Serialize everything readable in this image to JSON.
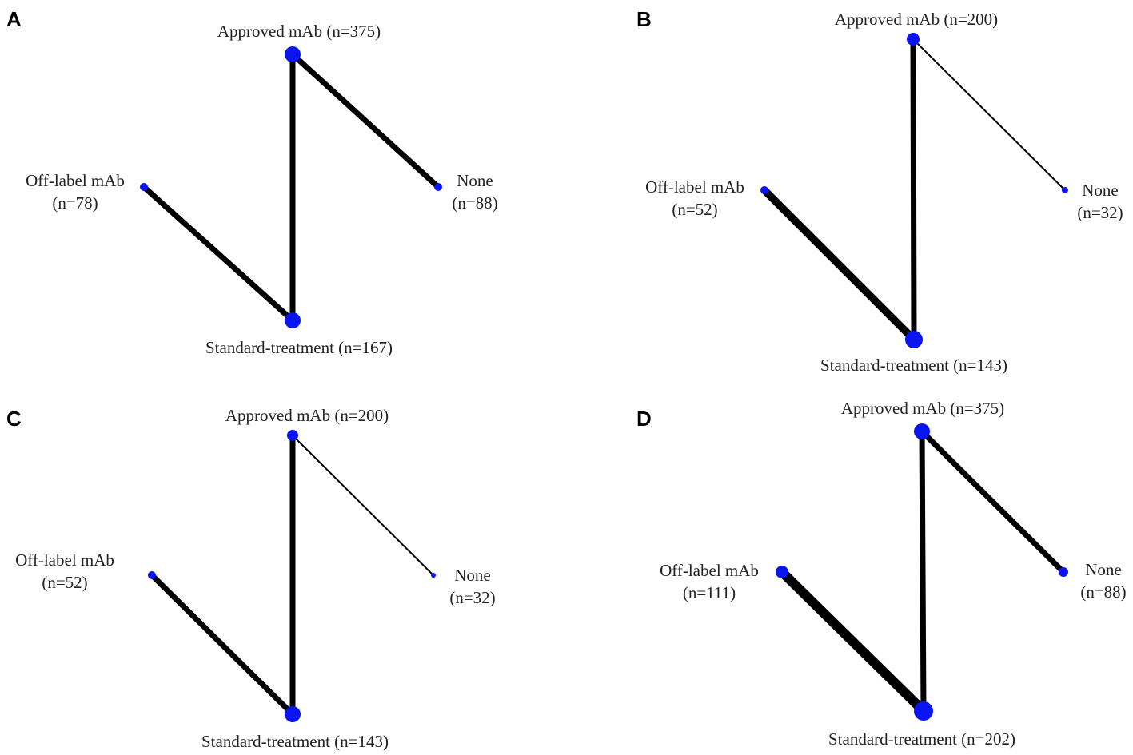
{
  "panels": [
    {
      "letter": "A",
      "nodes": {
        "approved": {
          "label": [
            "Approved mAb (n=375)"
          ],
          "n": 375
        },
        "offlabel": {
          "label": [
            "Off-label mAb",
            "(n=78)"
          ],
          "n": 78
        },
        "none": {
          "label": [
            "None",
            "(n=88)"
          ],
          "n": 88
        },
        "standard": {
          "label": [
            "Standard-treatment (n=167)"
          ],
          "n": 167
        }
      },
      "edges": [
        {
          "from": "approved",
          "to": "standard",
          "weight": 3
        },
        {
          "from": "approved",
          "to": "none",
          "weight": 3
        },
        {
          "from": "offlabel",
          "to": "standard",
          "weight": 3
        }
      ]
    },
    {
      "letter": "B",
      "nodes": {
        "approved": {
          "label": [
            "Approved mAb (n=200)"
          ],
          "n": 200
        },
        "offlabel": {
          "label": [
            "Off-label mAb",
            "(n=52)"
          ],
          "n": 52
        },
        "none": {
          "label": [
            "None",
            "(n=32)"
          ],
          "n": 32
        },
        "standard": {
          "label": [
            "Standard-treatment (n=143)"
          ],
          "n": 143
        }
      },
      "edges": [
        {
          "from": "approved",
          "to": "standard",
          "weight": 3
        },
        {
          "from": "approved",
          "to": "none",
          "weight": 1
        },
        {
          "from": "offlabel",
          "to": "standard",
          "weight": 4
        }
      ]
    },
    {
      "letter": "C",
      "nodes": {
        "approved": {
          "label": [
            "Approved mAb (n=200)"
          ],
          "n": 200
        },
        "offlabel": {
          "label": [
            "Off-label mAb",
            "(n=52)"
          ],
          "n": 52
        },
        "none": {
          "label": [
            "None",
            "(n=32)"
          ],
          "n": 32
        },
        "standard": {
          "label": [
            "Standard-treatment (n=143)"
          ],
          "n": 143
        }
      },
      "edges": [
        {
          "from": "approved",
          "to": "standard",
          "weight": 3
        },
        {
          "from": "approved",
          "to": "none",
          "weight": 1
        },
        {
          "from": "offlabel",
          "to": "standard",
          "weight": 3
        }
      ]
    },
    {
      "letter": "D",
      "nodes": {
        "approved": {
          "label": [
            "Approved mAb (n=375)"
          ],
          "n": 375
        },
        "offlabel": {
          "label": [
            "Off-label mAb",
            "(n=111)"
          ],
          "n": 111
        },
        "none": {
          "label": [
            "None",
            "(n=88)"
          ],
          "n": 88
        },
        "standard": {
          "label": [
            "Standard-treatment (n=202)"
          ],
          "n": 202
        }
      },
      "edges": [
        {
          "from": "approved",
          "to": "standard",
          "weight": 3
        },
        {
          "from": "approved",
          "to": "none",
          "weight": 3
        },
        {
          "from": "offlabel",
          "to": "standard",
          "weight": 5
        }
      ]
    }
  ],
  "colors": {
    "node": "#0a14f0",
    "edge": "#000000"
  }
}
